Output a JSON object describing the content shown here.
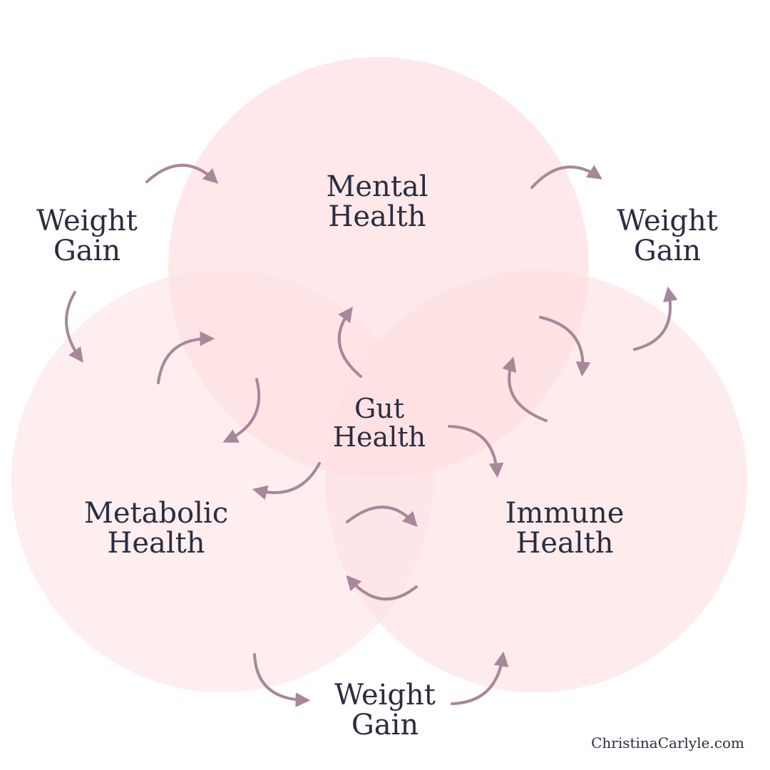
{
  "colors": {
    "circle_fill": "#fde0e1",
    "arrow": "#a8879a",
    "text": "#2a2d40"
  },
  "circles": {
    "mental": {
      "line1": "Mental",
      "line2": "Health"
    },
    "metabolic": {
      "line1": "Metabolic",
      "line2": "Health"
    },
    "immune": {
      "line1": "Immune",
      "line2": "Health"
    }
  },
  "center": {
    "line1": "Gut",
    "line2": "Health"
  },
  "outer": {
    "left": {
      "line1": "Weight",
      "line2": "Gain"
    },
    "right": {
      "line1": "Weight",
      "line2": "Gain"
    },
    "bottom": {
      "line1": "Weight",
      "line2": "Gain"
    }
  },
  "credit": "ChristinaCarlyle.com"
}
